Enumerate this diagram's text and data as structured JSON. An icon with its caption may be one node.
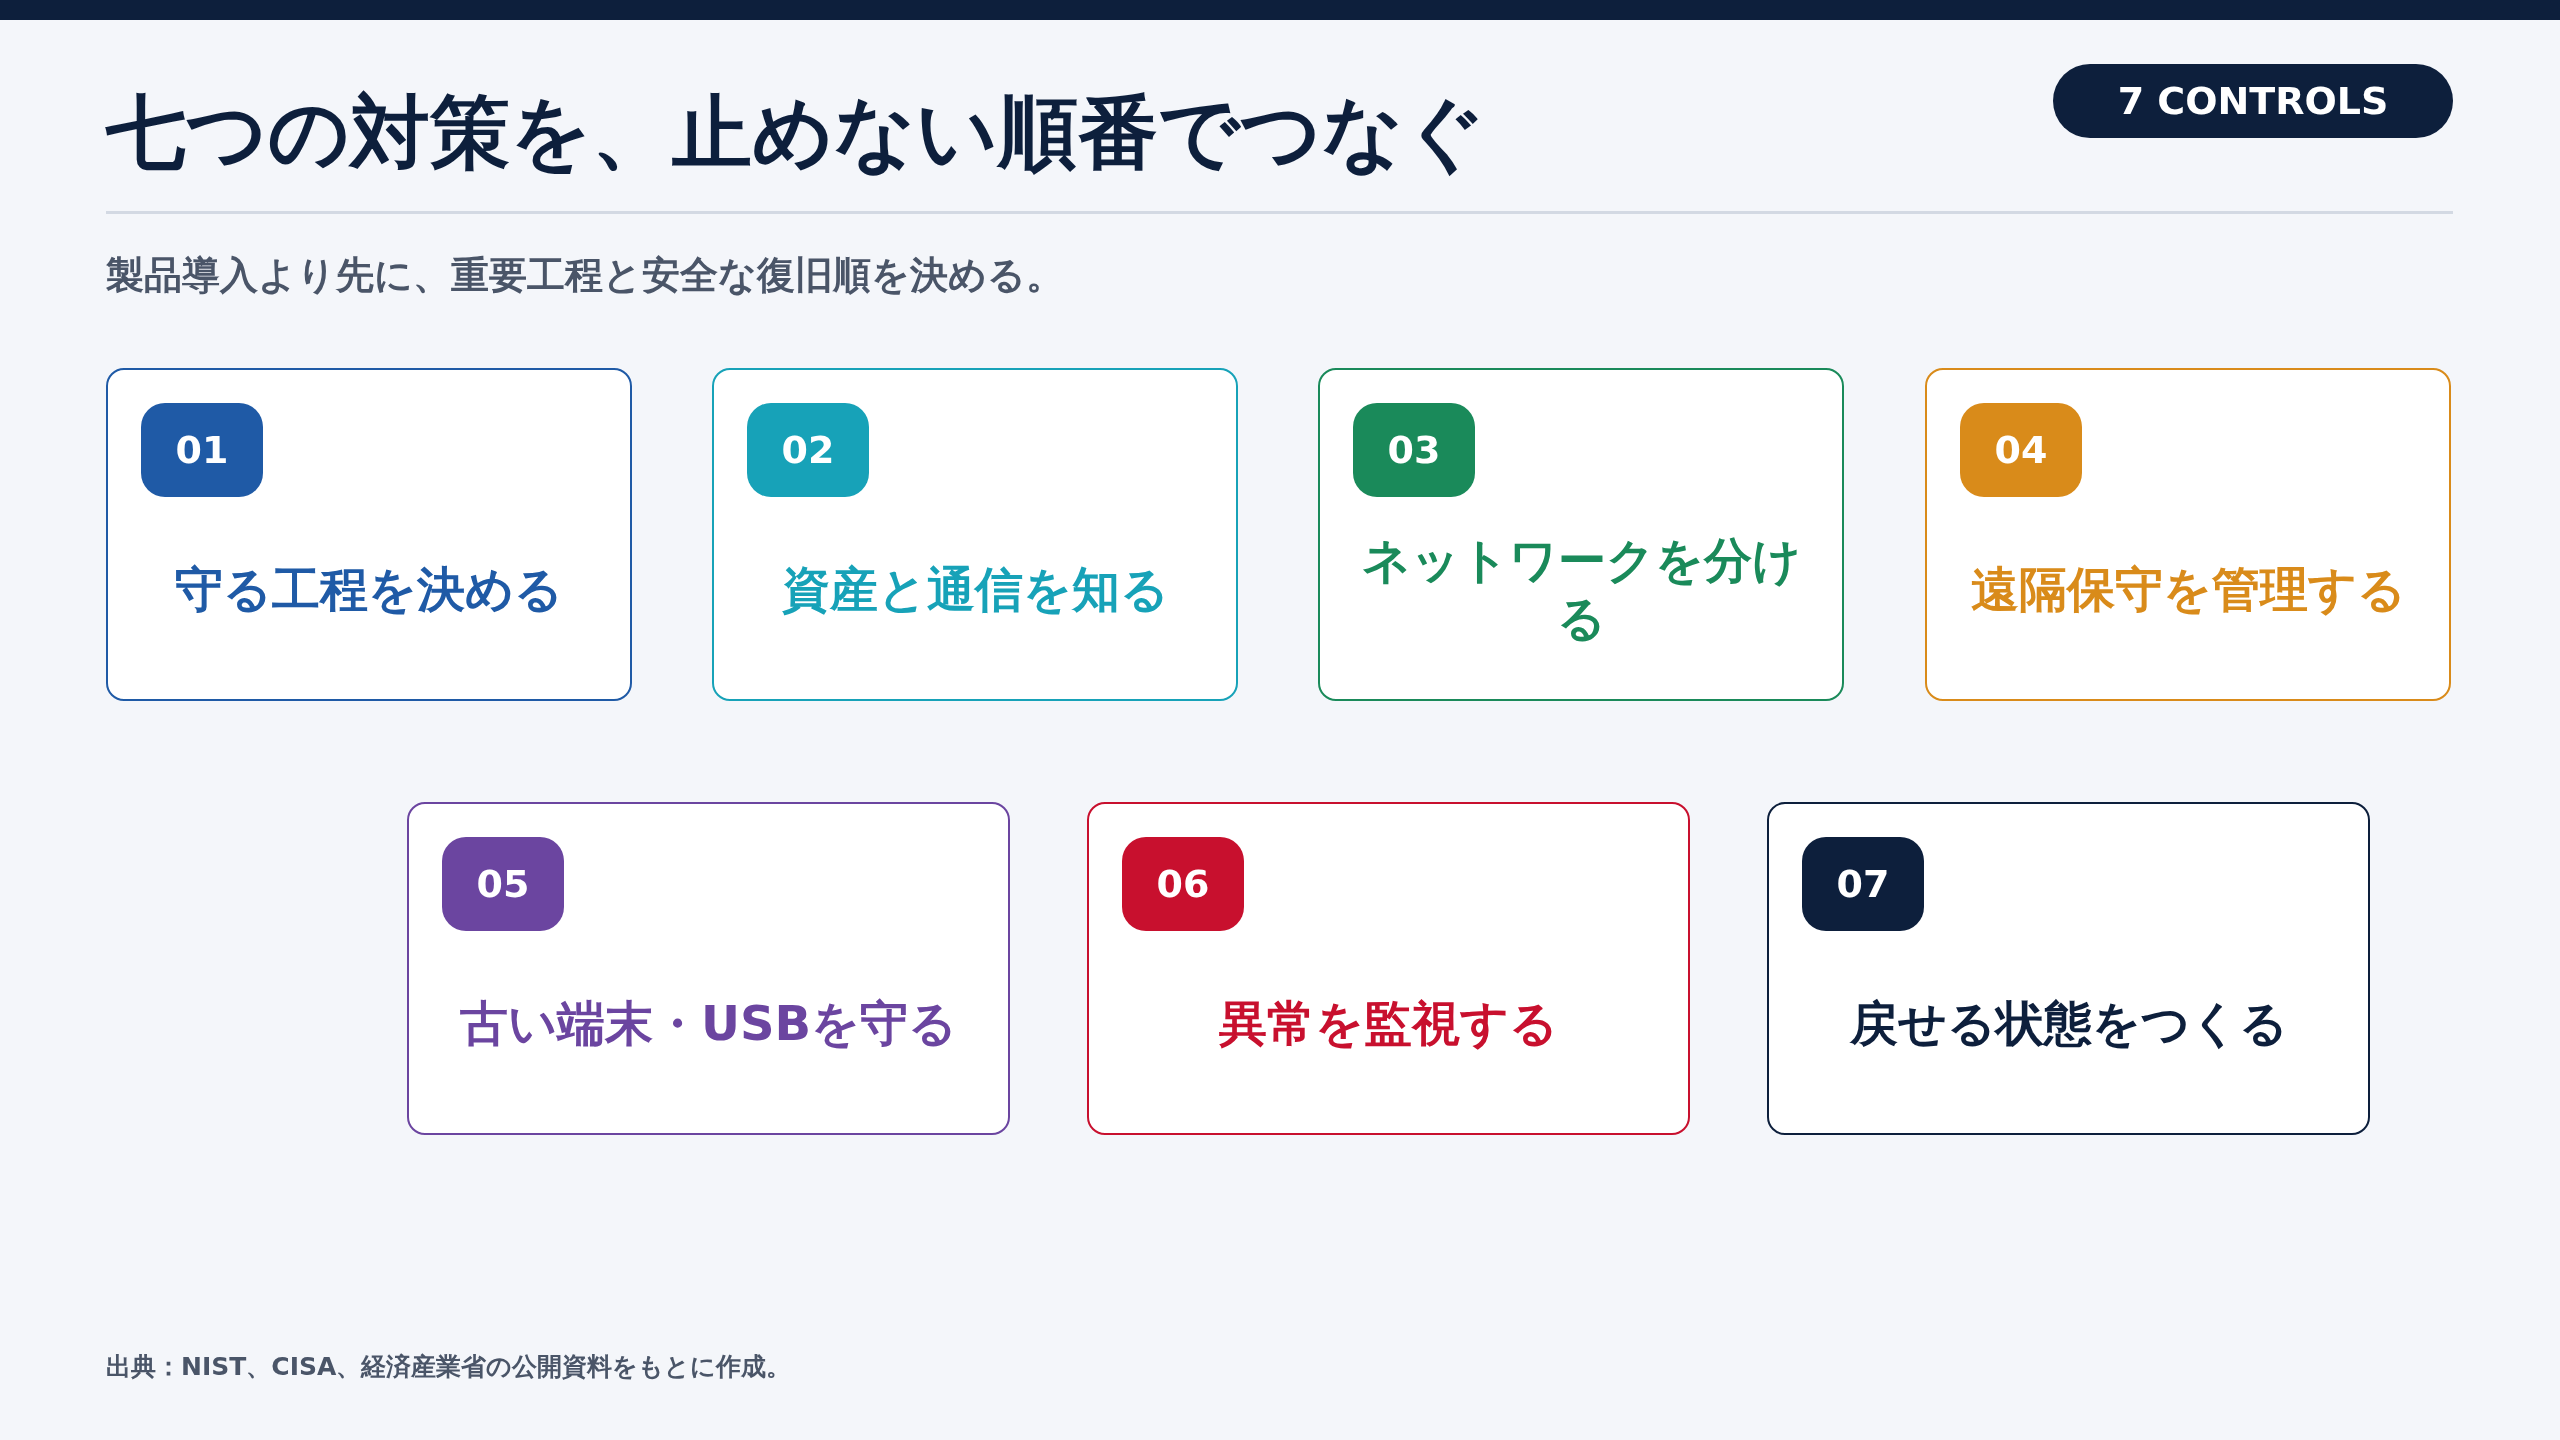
{
  "diagram": {
    "title": "七つの対策を、止めない順番でつなぐ",
    "caption": "出典：NIST、CISA、経済産業省の公開資料をもとに作成。",
    "nodes": [
      {
        "text": [
          "01",
          "守る工程を決める"
        ]
      },
      {
        "text": [
          "02",
          "資産と通信を知る"
        ]
      },
      {
        "text": [
          "03",
          "ネットワークを分ける"
        ]
      },
      {
        "text": [
          "04",
          "遠隔保守を管理する"
        ]
      },
      {
        "text": [
          "05",
          "古い端末・USBを守る"
        ]
      },
      {
        "text": [
          "06",
          "異常を監視する"
        ]
      },
      {
        "text": [
          "07",
          "戻せる状態をつくる"
        ]
      }
    ],
    "edges": [],
    "labels": [
      "7 CONTROLS",
      "製品導入より先に、重要工程と安全な復旧順を決める。"
    ]
  }
}
